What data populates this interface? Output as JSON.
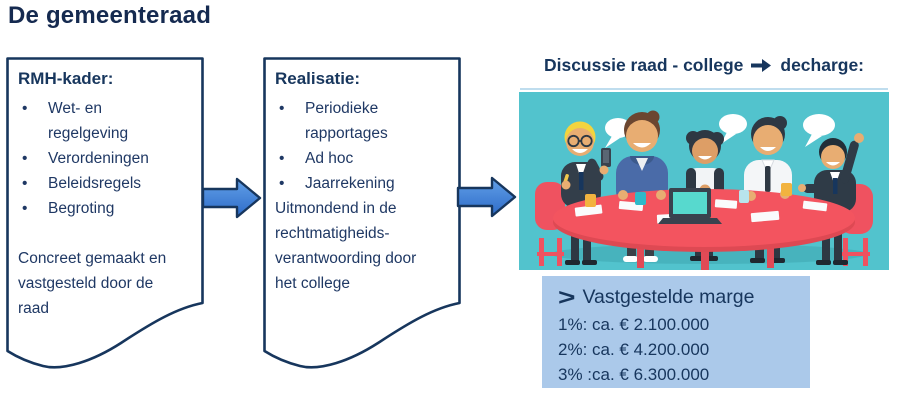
{
  "title": "De gemeenteraad",
  "ui": {
    "bullet": "•"
  },
  "kader_box": {
    "heading": "RMH-kader:",
    "bullets": [
      "Wet- en regelgeving",
      "Verordeningen",
      "Beleidsregels",
      "Begroting"
    ],
    "footer": "Concreet gemaakt en vastgesteld door de raad"
  },
  "realisatie_box": {
    "heading": "Realisatie:",
    "bullets": [
      "Periodieke rapportages",
      "Ad hoc",
      "Jaarrekening"
    ],
    "footer": "Uitmondend in de rechtmatigheids-verantwoording door het college"
  },
  "discussie": {
    "heading_left": "Discussie raad - college",
    "arrow_icon": "right-arrow-icon",
    "heading_right": "decharge:"
  },
  "marge_box": {
    "marker": ">",
    "heading": "Vastgestelde marge",
    "items": [
      "1%: ca. € 2.100.000",
      "2%: ca. € 4.200.000",
      "3% :ca. € 6.300.000"
    ]
  },
  "illustration": {
    "name": "meeting-illustration",
    "elements": [
      "speech-bubbles",
      "five-people-around-table",
      "red-round-table",
      "laptop",
      "papers",
      "cups",
      "teal-background"
    ]
  },
  "colors": {
    "text_navy": "#17365D",
    "arrow_blue": "#3F80DB",
    "illustration_bg": "#52C3CD",
    "table_red": "#F3545F",
    "marge_bg": "#ABC9EA"
  }
}
